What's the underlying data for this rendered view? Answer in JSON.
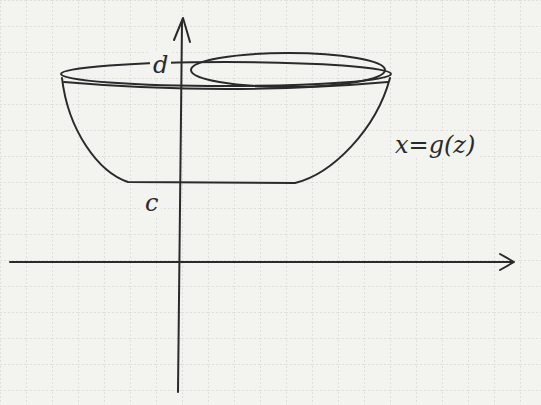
{
  "diagram": {
    "labels": [
      "d",
      "c",
      "x=g(z)"
    ]
  }
}
